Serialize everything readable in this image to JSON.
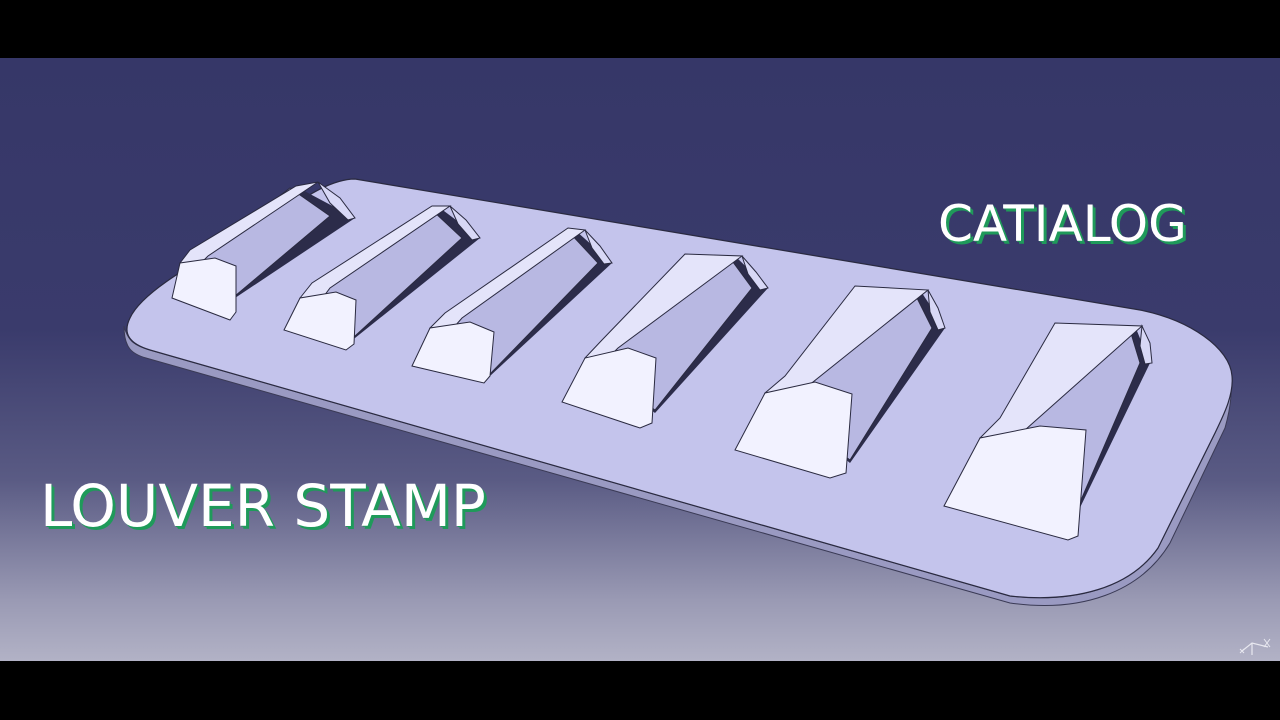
{
  "overlay": {
    "brand": "CATIALOG",
    "title": "LOUVER STAMP"
  },
  "colors": {
    "background_top": "#363768",
    "background_bottom": "#b2b2c6",
    "plate_face": "#c4c4ec",
    "plate_edge": "#9a9ac2",
    "louver_highlight": "#f2f2ff",
    "text_fill": "#ffffff",
    "text_shadow": "#1f9a5a"
  },
  "scene": {
    "louver_count": 6,
    "compass_icon": "3d-axis-compass-icon"
  }
}
